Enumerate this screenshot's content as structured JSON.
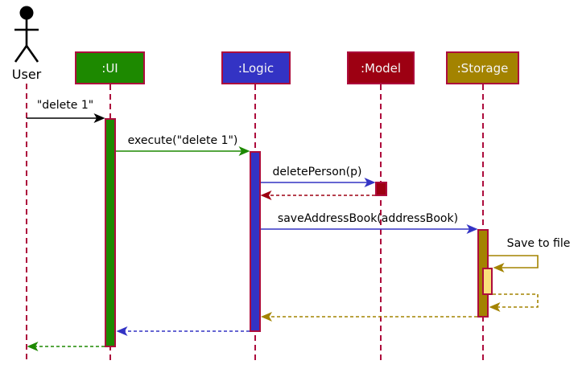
{
  "diagram_type": "uml-sequence-diagram",
  "actor": {
    "label": "User"
  },
  "participants": [
    {
      "label": ":UI",
      "color": "#1D8900"
    },
    {
      "label": ":Logic",
      "color": "#3333C4"
    },
    {
      "label": ":Model",
      "color": "#9D0012"
    },
    {
      "label": ":Storage",
      "color": "#A38300"
    }
  ],
  "messages": {
    "delete_command": "\"delete 1\"",
    "execute": "execute(\"delete 1\")",
    "delete_person": "deletePerson(p)",
    "save_address_book": "saveAddressBook(addressBook)",
    "save_to_file": "Save to file"
  },
  "flow": [
    {
      "from": "User",
      "to": "UI",
      "label": "\"delete 1\"",
      "type": "sync",
      "color": "#000000"
    },
    {
      "from": "UI",
      "to": "Logic",
      "label": "execute(\"delete 1\")",
      "type": "sync",
      "color": "#1D8900"
    },
    {
      "from": "Logic",
      "to": "Model",
      "label": "deletePerson(p)",
      "type": "sync",
      "color": "#3333C4"
    },
    {
      "from": "Model",
      "to": "Logic",
      "label": "",
      "type": "return",
      "color": "#9D0012"
    },
    {
      "from": "Logic",
      "to": "Storage",
      "label": "saveAddressBook(addressBook)",
      "type": "sync",
      "color": "#3333C4"
    },
    {
      "from": "Storage",
      "to": "Storage",
      "label": "Save to file",
      "type": "self",
      "color": "#A38300"
    },
    {
      "from": "Storage",
      "to": "Storage",
      "label": "",
      "type": "self-return",
      "color": "#A38300"
    },
    {
      "from": "Storage",
      "to": "Logic",
      "label": "",
      "type": "return",
      "color": "#A38300"
    },
    {
      "from": "Logic",
      "to": "UI",
      "label": "",
      "type": "return",
      "color": "#3333C4"
    },
    {
      "from": "UI",
      "to": "User",
      "label": "",
      "type": "return",
      "color": "#1D8900"
    }
  ],
  "colors": {
    "ui": "#1D8900",
    "logic": "#3333C4",
    "model": "#9D0012",
    "storage": "#A38300",
    "storage_nested_activation": "#F9E17C",
    "lifeline_border": "#AD0C3C",
    "actor": "#000000",
    "label_text": "#000000",
    "participant_text": "#F5F5F5",
    "background": "#FFFFFF"
  }
}
